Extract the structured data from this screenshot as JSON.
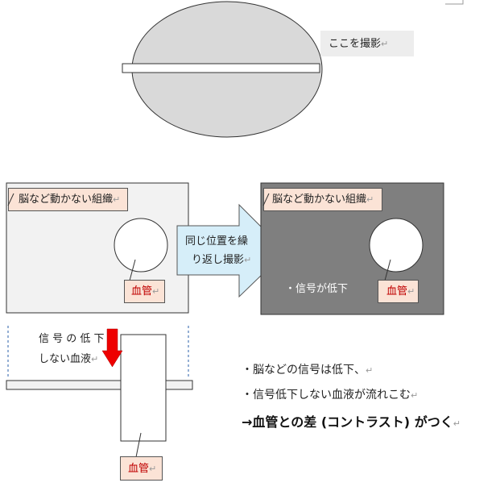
{
  "scan_callout": "ここを撮影",
  "left_panel_label": "脳など動かない組織",
  "left_vessel_label": "血管",
  "arrow_text_line1": "同じ位置を繰",
  "arrow_text_line2": "り返し撮影",
  "right_panel_label": "脳など動かない組織",
  "right_signal_text": "・信号が低下",
  "right_vessel_label": "血管",
  "blood_text_line1": "信 号 の 低 下",
  "blood_text_line2": "しない血液",
  "bottom_vessel_label": "血管",
  "bullet1": "・脳などの信号は低下、",
  "bullet2": "・信号低下しない血液が流れこむ",
  "conclusion": "→血管との差 (コントラスト) がつく",
  "return_mark": "↵",
  "colors": {
    "ellipse_fill": "#d9d9d9",
    "light_panel": "#f2f2f2",
    "dark_panel": "#7f7f7f",
    "label_fill": "#fbe3d6",
    "arrow_fill": "#d6eef9",
    "red_arrow": "#ee0000",
    "callout_fill": "#ededed",
    "vessel_text": "#c00000"
  }
}
